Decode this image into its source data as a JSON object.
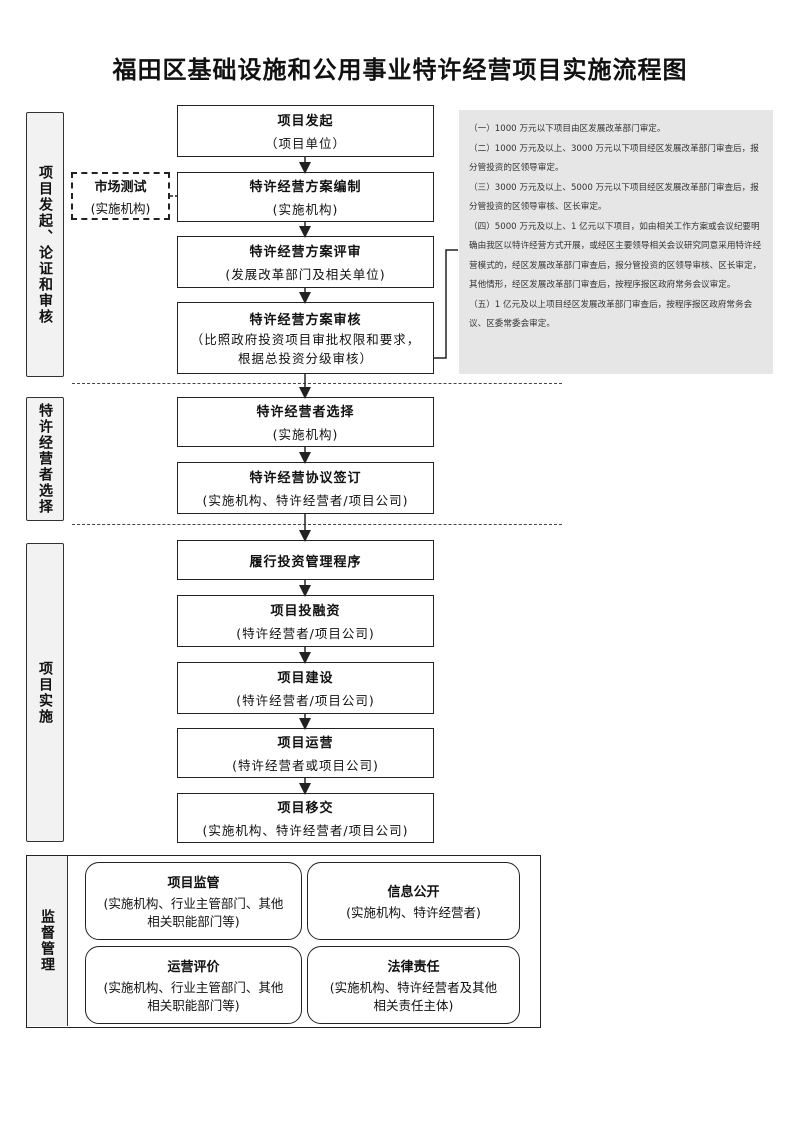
{
  "title": "福田区基础设施和公用事业特许经营项目实施流程图",
  "stages": {
    "stage1": "项目发起、论证和审核",
    "stage2": "特许经营者选择",
    "stage3": "项目实施",
    "stage4": "监督管理"
  },
  "steps": [
    {
      "title": "项目发起",
      "sub": "（项目单位）"
    },
    {
      "title": "特许经营方案编制",
      "sub": "(实施机构)"
    },
    {
      "title": "特许经营方案评审",
      "sub": "(发展改革部门及相关单位)"
    },
    {
      "title": "特许经营方案审核",
      "sub": "（比照政府投资项目审批权限和要求，根据总投资分级审核）"
    },
    {
      "title": "特许经营者选择",
      "sub": "(实施机构)"
    },
    {
      "title": "特许经营协议签订",
      "sub": "(实施机构、特许经营者/项目公司)"
    },
    {
      "title": "履行投资管理程序",
      "sub": ""
    },
    {
      "title": "项目投融资",
      "sub": "(特许经营者/项目公司)"
    },
    {
      "title": "项目建设",
      "sub": "(特许经营者/项目公司)"
    },
    {
      "title": "项目运营",
      "sub": "(特许经营者或项目公司)"
    },
    {
      "title": "项目移交",
      "sub": "(实施机构、特许经营者/项目公司)"
    }
  ],
  "market_test": {
    "title": "市场测试",
    "sub": "(实施机构)"
  },
  "notes": [
    "（一）1000 万元以下项目由区发展改革部门审定。",
    "（二）1000 万元及以上、3000 万元以下项目经区发展改革部门审查后，报分管投资的区领导审定。",
    "（三）3000 万元及以上、5000 万元以下项目经区发展改革部门审查后，报分管投资的区领导审核、区长审定。",
    "（四）5000 万元及以上、1 亿元以下项目，如由相关工作方案或会议纪要明确由我区以特许经营方式开展，或经区主要领导相关会议研究同意采用特许经营模式的，经区发展改革部门审查后，报分管投资的区领导审核、区长审定，其他情形，经区发展改革部门审查后，按程序报区政府常务会议审定。",
    "（五）1 亿元及以上项目经区发展改革部门审查后，按程序报区政府常务会议、区委常委会审定。"
  ],
  "supervision": [
    {
      "title": "项目监管",
      "sub": "(实施机构、行业主管部门、其他相关职能部门等)"
    },
    {
      "title": "信息公开",
      "sub": "(实施机构、特许经营者)"
    },
    {
      "title": "运营评价",
      "sub": "(实施机构、行业主管部门、其他相关职能部门等)"
    },
    {
      "title": "法律责任",
      "sub": "(实施机构、特许经营者及其他相关责任主体)"
    }
  ]
}
